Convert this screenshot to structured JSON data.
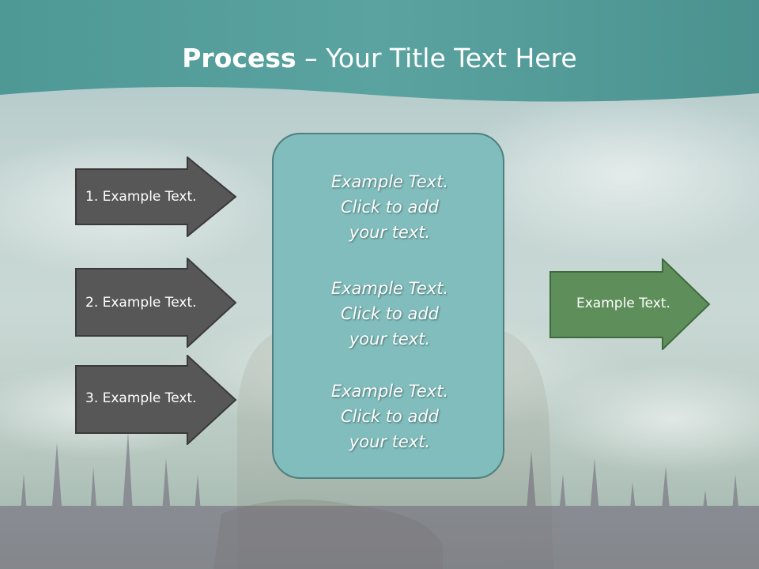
{
  "slide": {
    "title_bold": "Process",
    "title_rest": " – Your Title Text Here"
  },
  "left_arrows": [
    {
      "label": "1. Example Text."
    },
    {
      "label": "2. Example Text."
    },
    {
      "label": "3. Example Text."
    }
  ],
  "center_box": {
    "blocks": [
      {
        "line1": "Example Text.",
        "line2": "Click  to add",
        "line3": "your text."
      },
      {
        "line1": "Example Text.",
        "line2": "Click  to add",
        "line3": "your text."
      },
      {
        "line1": "Example Text.",
        "line2": "Click  to add",
        "line3": "your text."
      }
    ]
  },
  "right_arrow": {
    "label": "Example Text."
  },
  "colors": {
    "header_teal": "#4e9896",
    "left_arrow_fill": "#575757",
    "right_arrow_fill": "#5e8f5a",
    "center_box_fill": "#80bdbc"
  }
}
